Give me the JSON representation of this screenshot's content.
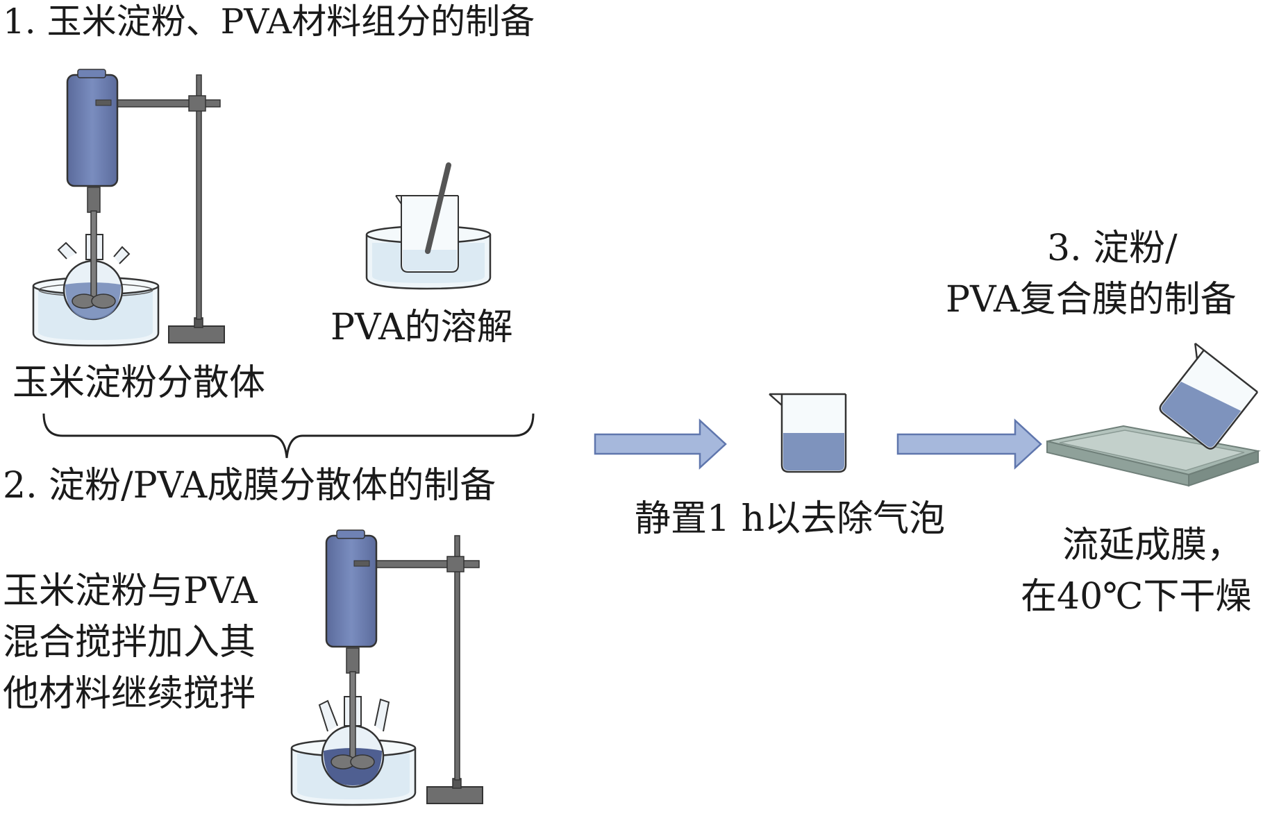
{
  "labels": {
    "step1_title": "1. 玉米淀粉、PVA材料组分的制备",
    "corn_starch_dispersion": "玉米淀粉分散体",
    "pva_dissolution": "PVA的溶解",
    "step2_title": "2. 淀粉/PVA成膜分散体的制备",
    "mixing_line1": "玉米淀粉与PVA",
    "mixing_line2": "混合搅拌加入其",
    "mixing_line3": "他材料继续搅拌",
    "degas": "静置1 h以去除气泡",
    "step3_line1": "3. 淀粉/",
    "step3_line2": "PVA复合膜的制备",
    "cast_line1": "流延成膜，",
    "cast_line2": "在40℃下干燥"
  },
  "colors": {
    "stirrer_body": "#6f82b4",
    "stirrer_dark": "#5d6c99",
    "stand_gray": "#6e6e6e",
    "water_light": "#dceaf3",
    "liquid_blue": "#7187b6",
    "liquid_dark": "#3e4f85",
    "arrow_fill": "#a6b8dc",
    "arrow_stroke": "#5f76ad",
    "tray_gray": "#a9b9b3"
  }
}
